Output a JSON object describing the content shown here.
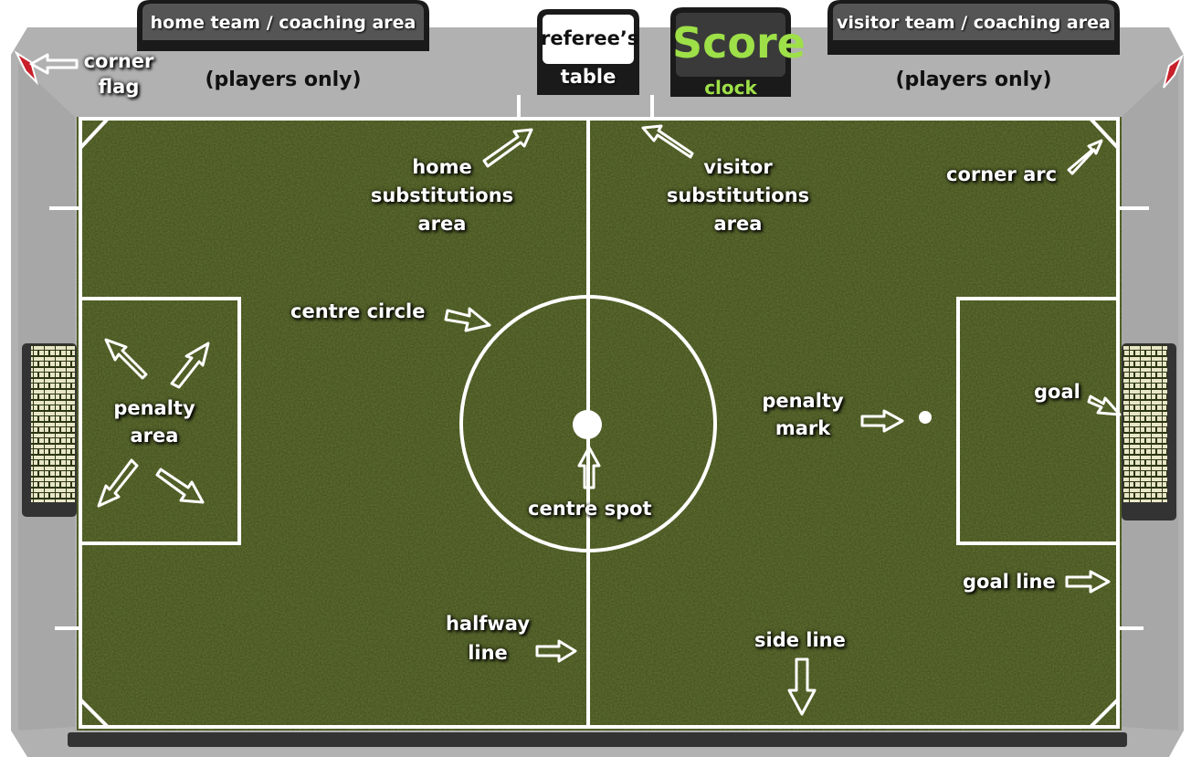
{
  "areas": {
    "home_coaching": "home team / coaching area",
    "visitor_coaching": "visitor team / coaching area",
    "players_only_left": "(players only)",
    "players_only_right": "(players only)"
  },
  "referee_table": {
    "line1": "referee’s",
    "line2": "table"
  },
  "score_clock": {
    "score": "Score",
    "clock": "clock"
  },
  "labels": {
    "corner_flag": [
      "corner",
      "flag"
    ],
    "home_subs": [
      "home",
      "substitutions",
      "area"
    ],
    "visitor_subs": [
      "visitor",
      "substitutions",
      "area"
    ],
    "corner_arc": "corner arc",
    "centre_circle": "centre circle",
    "penalty_area": [
      "penalty",
      "area"
    ],
    "penalty_mark": [
      "penalty",
      "mark"
    ],
    "goal": "goal",
    "centre_spot": "centre spot",
    "goal_line": "goal line",
    "halfway_line": [
      "halfway",
      "line"
    ],
    "side_line": "side line"
  },
  "colors": {
    "grass": "#4d5a26",
    "grass_dark": "#3c4a1d",
    "border_gray": "#b3b3b3",
    "tab_dark": "#1a1a1a",
    "score_green": "#9ee048",
    "flag_red": "#c8202a"
  },
  "icons": [
    "corner-flag-icon",
    "goal-net-icon",
    "arrow-icon"
  ]
}
